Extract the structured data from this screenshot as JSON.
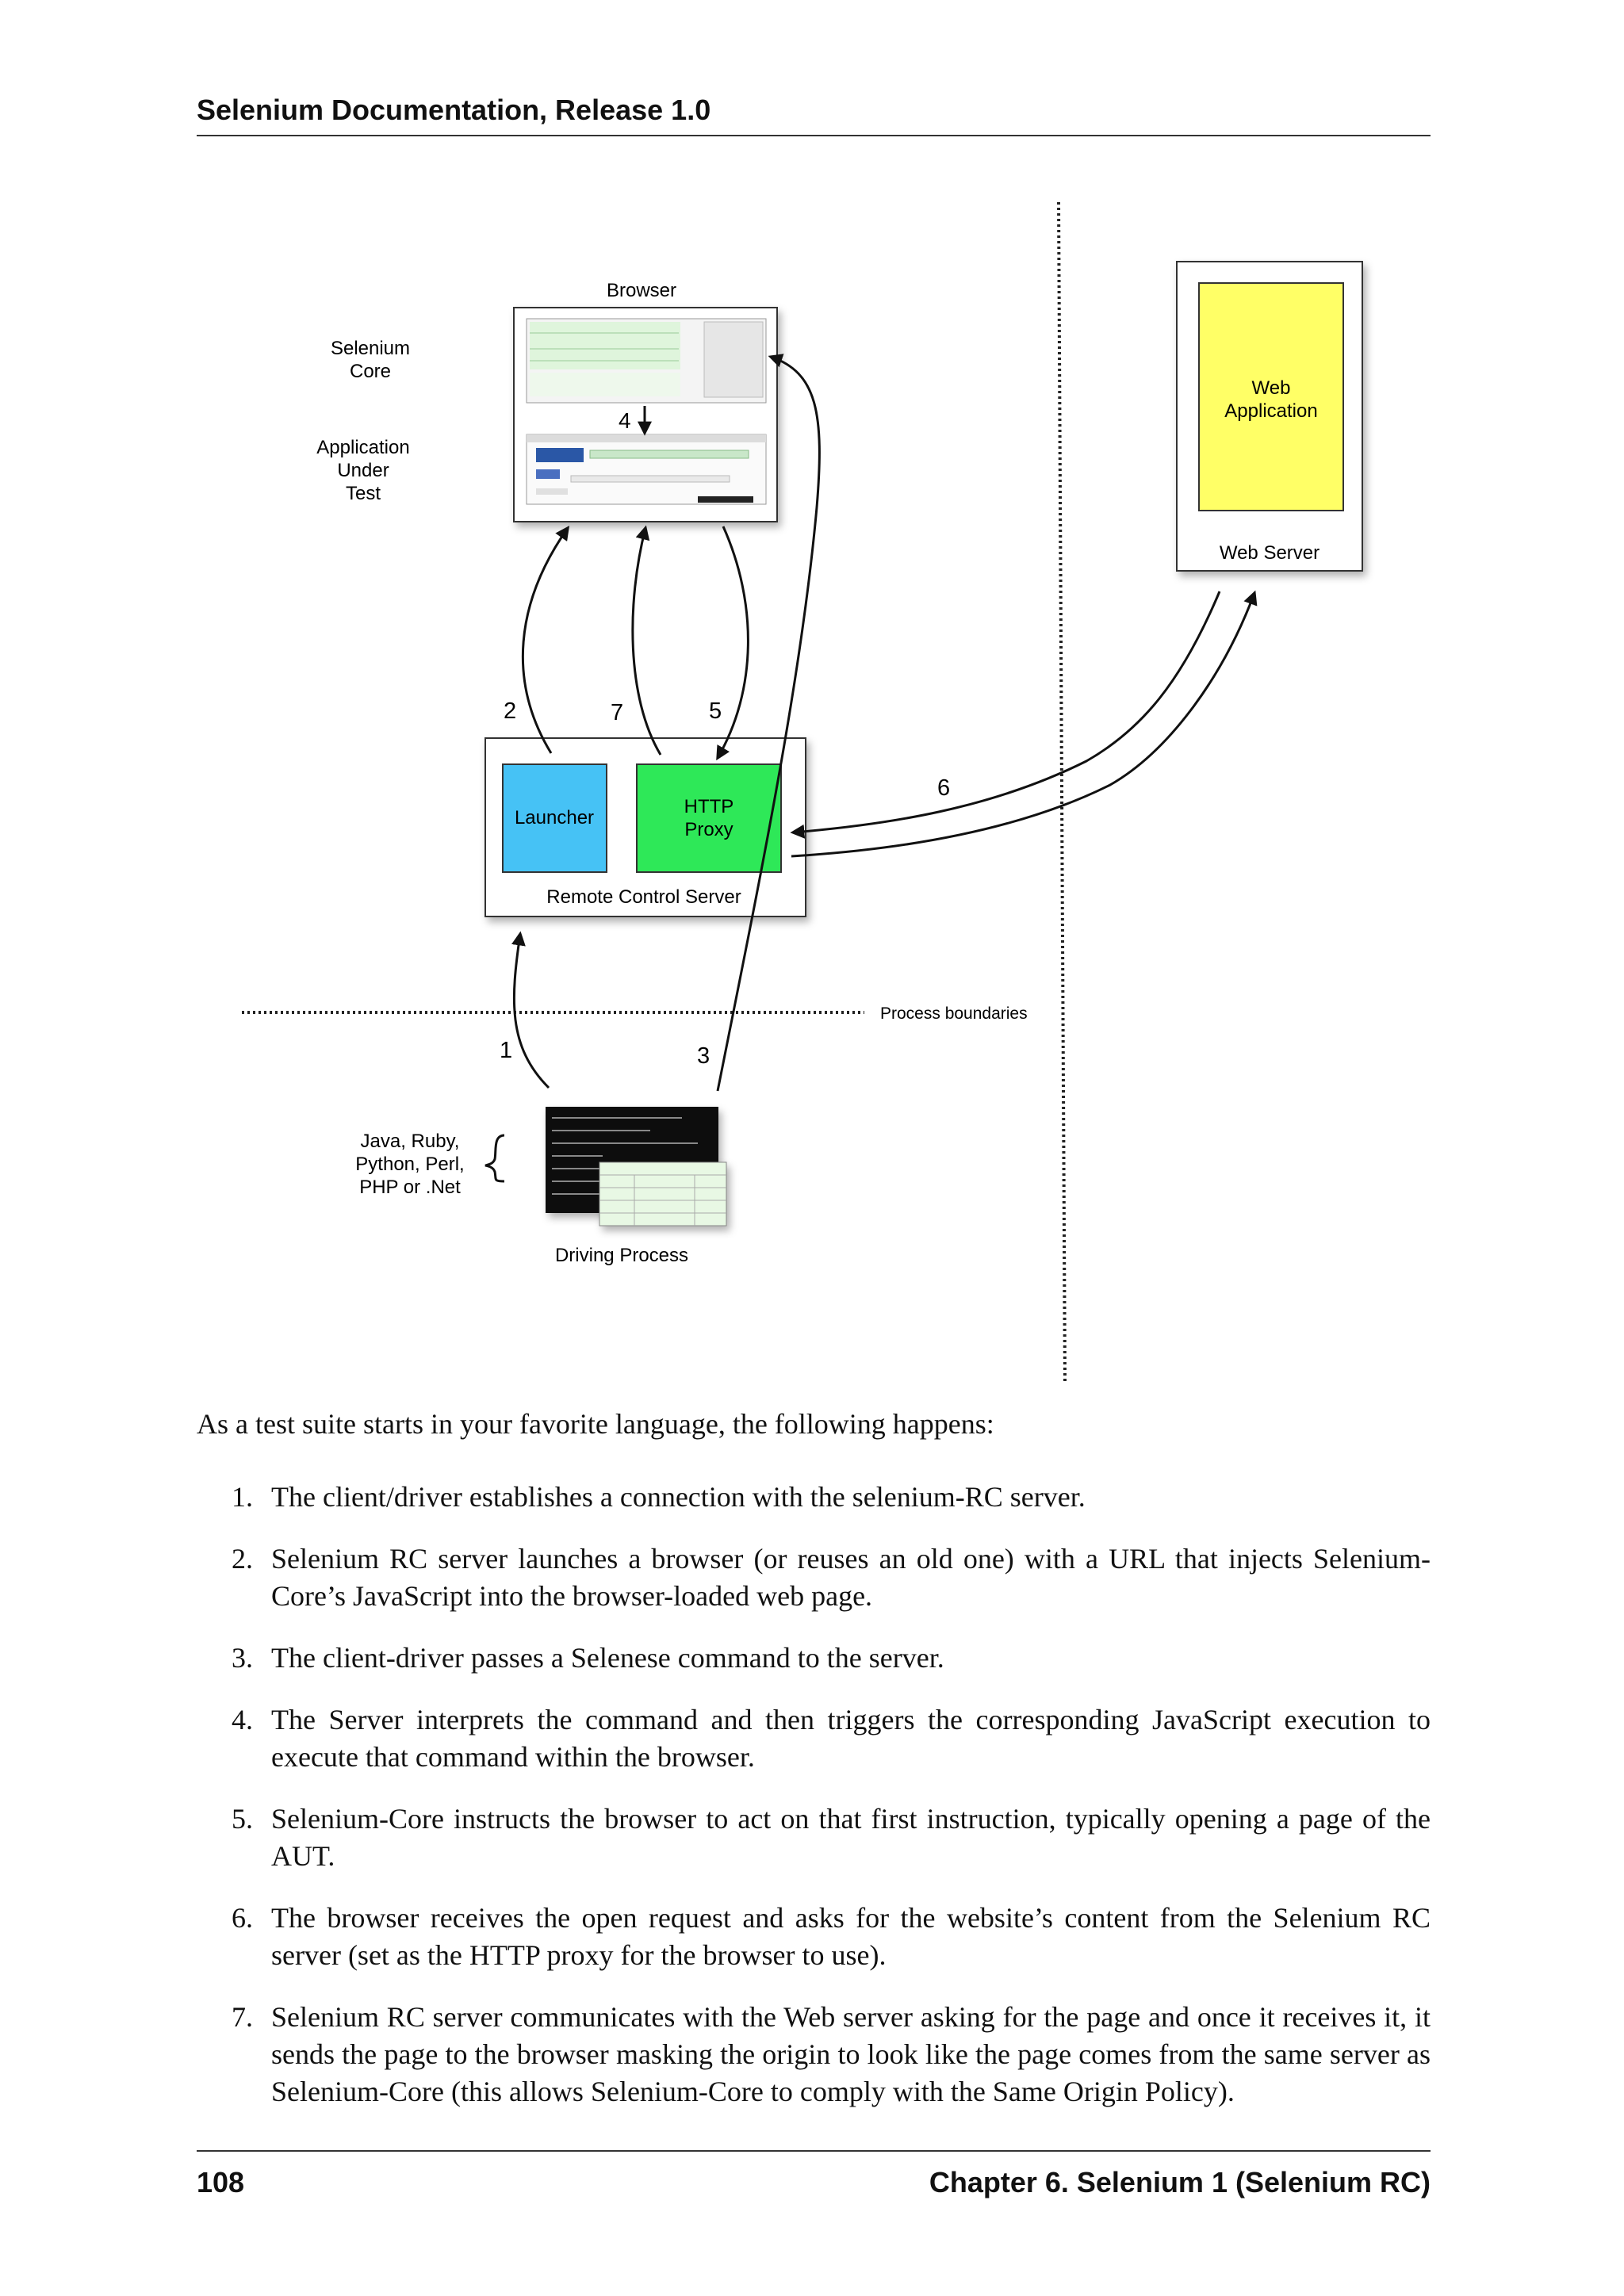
{
  "header": {
    "title": "Selenium Documentation, Release 1.0"
  },
  "diagram": {
    "browser_label": "Browser",
    "selenium_core_label": [
      "Selenium",
      "Core"
    ],
    "aut_label": [
      "Application",
      "Under",
      "Test"
    ],
    "web_app_label": [
      "Web",
      "Application"
    ],
    "web_server_label": "Web Server",
    "launcher_label": "Launcher",
    "http_proxy_label": [
      "HTTP",
      "Proxy"
    ],
    "rc_server_label": "Remote Control Server",
    "process_boundaries_label": "Process boundaries",
    "languages_label": [
      "Java, Ruby,",
      "Python, Perl,",
      "PHP or .Net"
    ],
    "driving_process_label": "Driving Process",
    "step_numbers": [
      "1",
      "2",
      "3",
      "4",
      "5",
      "6",
      "7"
    ],
    "colors": {
      "launcher": "#46c2f5",
      "proxy": "#2ee858",
      "web_app": "#ffff66"
    }
  },
  "intro": "As a test suite starts in your favorite language, the following happens:",
  "steps": [
    {
      "n": "1.",
      "text": "The client/driver establishes a connection with the selenium-RC server."
    },
    {
      "n": "2.",
      "text": "Selenium RC server launches a browser (or reuses an old one) with a URL that injects Selenium-Core’s JavaScript into the browser-loaded web page."
    },
    {
      "n": "3.",
      "text": "The client-driver passes a Selenese command to the server."
    },
    {
      "n": "4.",
      "text": "The Server interprets the command and then triggers the corresponding JavaScript execution to execute that command within the browser."
    },
    {
      "n": "5.",
      "text": "Selenium-Core instructs the browser to act on that first instruction, typically opening a page of the AUT."
    },
    {
      "n": "6.",
      "text": "The browser receives the open request and asks for the website’s content from the Selenium RC server (set as the HTTP proxy for the browser to use)."
    },
    {
      "n": "7.",
      "text": "Selenium RC server communicates with the Web server asking for the page and once it receives it, it sends the page to the browser masking the origin to look like the page comes from the same server as Selenium-Core (this allows Selenium-Core to comply with the Same Origin Policy)."
    }
  ],
  "footer": {
    "page": "108",
    "chapter": "Chapter 6.  Selenium 1 (Selenium RC)"
  }
}
